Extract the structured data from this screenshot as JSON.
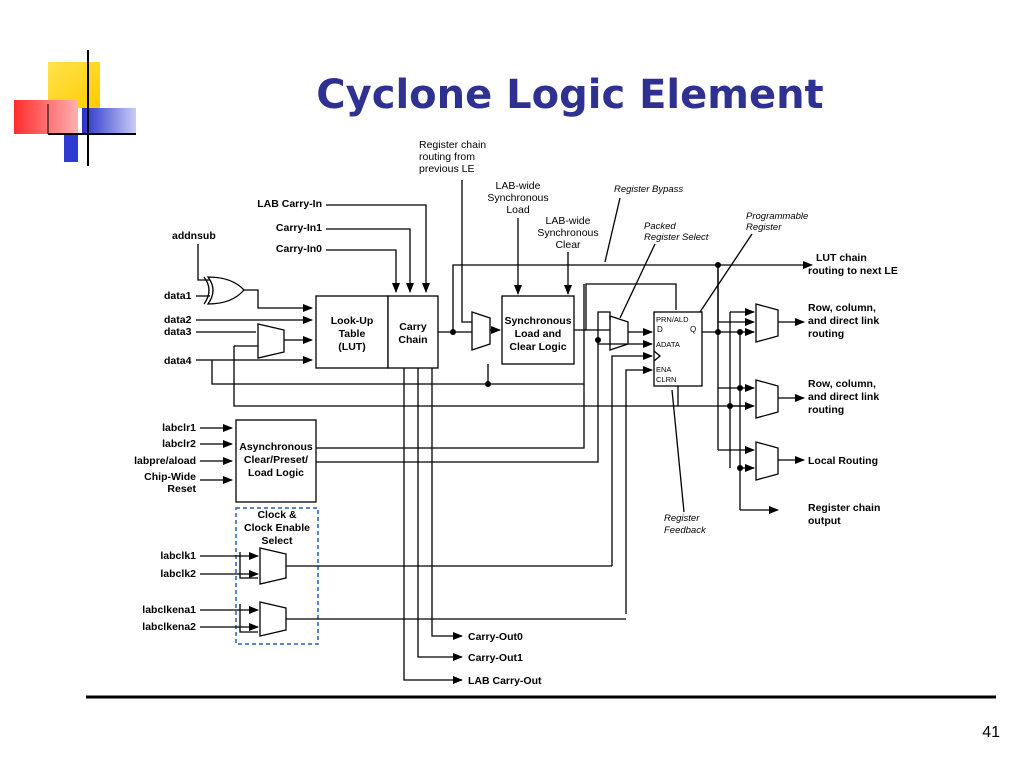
{
  "slide": {
    "title": "Cyclone Logic Element",
    "page_number": "41"
  },
  "diagram": {
    "top_notes": {
      "reg_chain_routing": [
        "Register chain",
        "routing from",
        "previous LE"
      ],
      "lab_wide_sync_load": [
        "LAB-wide",
        "Synchronous",
        "Load"
      ],
      "lab_wide_sync_clear": [
        "LAB-wide",
        "Synchronous",
        "Clear"
      ],
      "register_bypass": "Register Bypass",
      "packed_register_select": [
        "Packed",
        "Register Select"
      ],
      "programmable_register": [
        "Programmable",
        "Register"
      ],
      "register_feedback": [
        "Register",
        "Feedback"
      ]
    },
    "carry_inputs": [
      "LAB Carry-In",
      "Carry-In1",
      "Carry-In0"
    ],
    "addnsub": "addnsub",
    "data_inputs": [
      "data1",
      "data2",
      "data3",
      "data4"
    ],
    "blocks": {
      "lut": [
        "Look-Up",
        "Table",
        "(LUT)"
      ],
      "carry_chain": [
        "Carry",
        "Chain"
      ],
      "sync_logic": [
        "Synchronous",
        "Load and",
        "Clear Logic"
      ],
      "async_logic": [
        "Asynchronous",
        "Clear/Preset/",
        "Load Logic"
      ],
      "clock_select": [
        "Clock &",
        "Clock Enable",
        "Select"
      ],
      "register": {
        "prn_ald": "PRN/ALD",
        "d": "D",
        "q": "Q",
        "adata": "ADATA",
        "ena": "ENA",
        "clrn": "CLRN"
      }
    },
    "async_inputs": [
      "labclr1",
      "labclr2",
      "labpre/aload",
      "Chip-Wide",
      "Reset"
    ],
    "clock_inputs": [
      "labclk1",
      "labclk2"
    ],
    "clock_enable_inputs": [
      "labclkena1",
      "labclkena2"
    ],
    "outputs": {
      "lut_chain": [
        "LUT chain",
        "routing to next LE"
      ],
      "row_col_1": [
        "Row, column,",
        "and direct link",
        "routing"
      ],
      "row_col_2": [
        "Row, column,",
        "and direct link",
        "routing"
      ],
      "local_routing": "Local Routing",
      "reg_chain_out": [
        "Register chain",
        "output"
      ]
    },
    "carry_outputs": [
      "Carry-Out0",
      "Carry-Out1",
      "LAB Carry-Out"
    ]
  },
  "colors": {
    "title": "#2e3192",
    "deco_yellow": "#ffd700",
    "deco_red": "#ff3a3a",
    "deco_blue": "#2e3bd1",
    "clock_box_border": "#1f5fbf"
  }
}
